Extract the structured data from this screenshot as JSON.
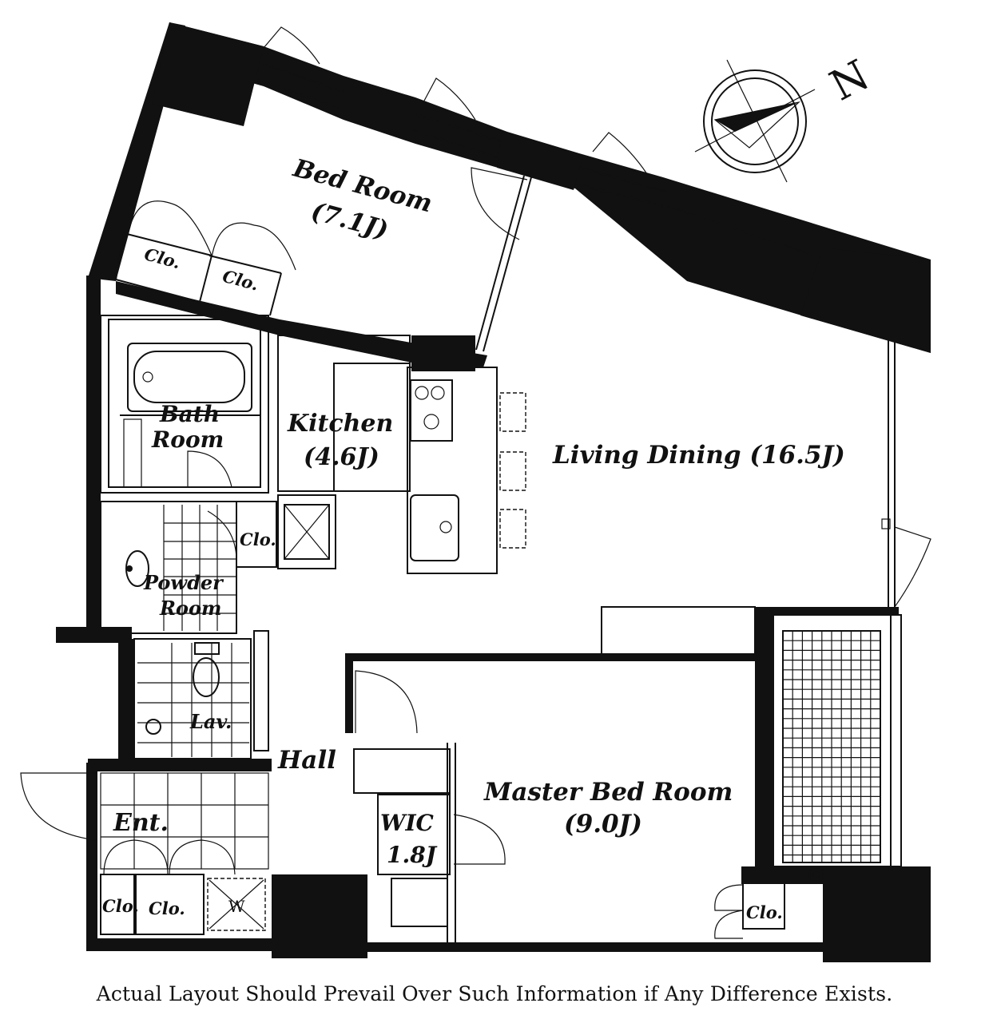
{
  "rooms": {
    "bed_room": {
      "name": "Bed Room",
      "size": "(7.1J)"
    },
    "living_dining": {
      "label": "Living Dining (16.5J)"
    },
    "kitchen": {
      "name": "Kitchen",
      "size": "(4.6J)"
    },
    "bath_room": {
      "line1": "Bath",
      "line2": "Room"
    },
    "powder_room": {
      "line1": "Powder",
      "line2": "Room"
    },
    "lav": {
      "label": "Lav."
    },
    "hall": {
      "label": "Hall"
    },
    "entrance": {
      "label": "Ent."
    },
    "master_bed_room": {
      "name": "Master Bed Room",
      "size": "(9.0J)"
    },
    "wic": {
      "line1": "WIC",
      "line2": "1.8J"
    }
  },
  "closets": {
    "bed_left": "Clo.",
    "bed_right": "Clo.",
    "powder": "Clo.",
    "entrance_small": "Clo.",
    "entrance_main": "Clo.",
    "master": "Clo."
  },
  "washer_mark": "W",
  "compass": {
    "label": "N"
  },
  "footer": {
    "note": "Actual Layout Should Prevail Over Such Information if Any Difference Exists."
  }
}
